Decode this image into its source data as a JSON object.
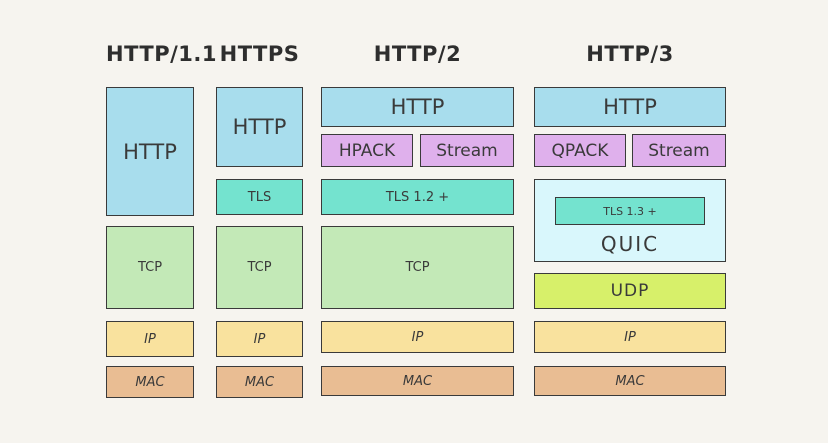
{
  "columns": [
    {
      "title": "HTTP/1.1",
      "layers": {
        "http": "HTTP",
        "tcp": "TCP",
        "ip": "IP",
        "mac": "MAC"
      }
    },
    {
      "title": "HTTPS",
      "layers": {
        "http": "HTTP",
        "tls": "TLS",
        "tcp": "TCP",
        "ip": "IP",
        "mac": "MAC"
      }
    },
    {
      "title": "HTTP/2",
      "layers": {
        "http": "HTTP",
        "hpack": "HPACK",
        "stream": "Stream",
        "tls": "TLS 1.2 +",
        "tcp": "TCP",
        "ip": "IP",
        "mac": "MAC"
      }
    },
    {
      "title": "HTTP/3",
      "layers": {
        "http": "HTTP",
        "qpack": "QPACK",
        "stream": "Stream",
        "tls": "TLS 1.3 +",
        "quic": "QUIC",
        "udp": "UDP",
        "ip": "IP",
        "mac": "MAC"
      }
    }
  ],
  "colors": {
    "http": "#a8dded",
    "tls": "#74e3cf",
    "tcp": "#c3e9b7",
    "ip": "#f9e29e",
    "mac": "#e9bd93",
    "hpack_qpack_stream": "#dfb0ec",
    "quic": "#d9f7fc",
    "udp": "#d7f06a"
  }
}
